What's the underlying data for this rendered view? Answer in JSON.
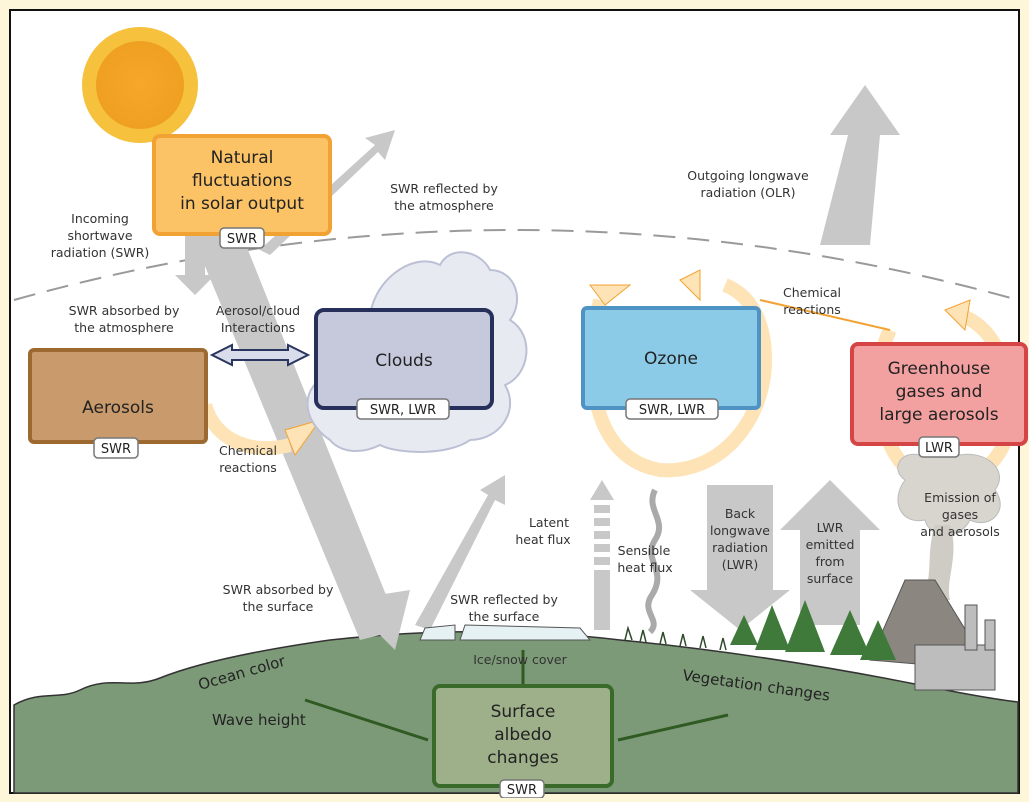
{
  "boxes": {
    "solar": {
      "lines": [
        "Natural",
        "fluctuations",
        "in solar output"
      ],
      "tag": "SWR"
    },
    "clouds": {
      "lines": [
        "Clouds"
      ],
      "tag": "SWR, LWR"
    },
    "ozone": {
      "lines": [
        "Ozone"
      ],
      "tag": "SWR, LWR"
    },
    "greenhouse": {
      "lines": [
        "Greenhouse",
        "gases and",
        "large aerosols"
      ],
      "tag": "LWR"
    },
    "aerosols": {
      "lines": [
        "Aerosols"
      ],
      "tag": "SWR"
    },
    "albedo": {
      "lines": [
        "Surface",
        "albedo",
        "changes"
      ],
      "tag": "SWR"
    }
  },
  "labels": {
    "incoming_swr": [
      "Incoming",
      "shortwave",
      "radiation (SWR)"
    ],
    "swr_reflected_atm": [
      "SWR reflected by",
      "the atmosphere"
    ],
    "olr": [
      "Outgoing longwave",
      "radiation (OLR)"
    ],
    "swr_absorbed_atm": [
      "SWR absorbed by",
      "the atmosphere"
    ],
    "aerosol_cloud": [
      "Aerosol/cloud",
      "Interactions"
    ],
    "chem_top": [
      "Chemical",
      "reactions"
    ],
    "chem_left": [
      "Chemical",
      "reactions"
    ],
    "latent": [
      "Latent",
      "heat flux"
    ],
    "sensible": [
      "Sensible",
      "heat flux"
    ],
    "back_lwr": [
      "Back",
      "longwave",
      "radiation",
      "(LWR)"
    ],
    "lwr_emitted": [
      "LWR",
      "emitted",
      "from",
      "surface"
    ],
    "emission": [
      "Emission of",
      "gases",
      "and aerosols"
    ],
    "swr_absorbed_surface": [
      "SWR absorbed by",
      "the surface"
    ],
    "swr_reflected_surface": [
      "SWR reflected by",
      "the surface"
    ],
    "ice_snow": "Ice/snow cover",
    "ocean_color": "Ocean color",
    "wave_height": "Wave height",
    "vegetation": "Vegetation changes"
  },
  "colors": {
    "solar_fill": "#fcc366",
    "solar_stroke": "#f2a232",
    "clouds_fill": "#c6c9dc",
    "clouds_stroke": "#26305a",
    "ozone_fill": "#8bcbe7",
    "ozone_stroke": "#4f93c5",
    "greenhouse_fill": "#f3a0a0",
    "greenhouse_stroke": "#d64545",
    "aerosols_fill": "#c99a6b",
    "aerosols_stroke": "#9c6a30",
    "albedo_fill": "#9eb08a",
    "albedo_stroke": "#3a6a2a",
    "ground": "#7d9a78",
    "arrow": "#c8c8c8",
    "cycle": "#fde3b6"
  }
}
